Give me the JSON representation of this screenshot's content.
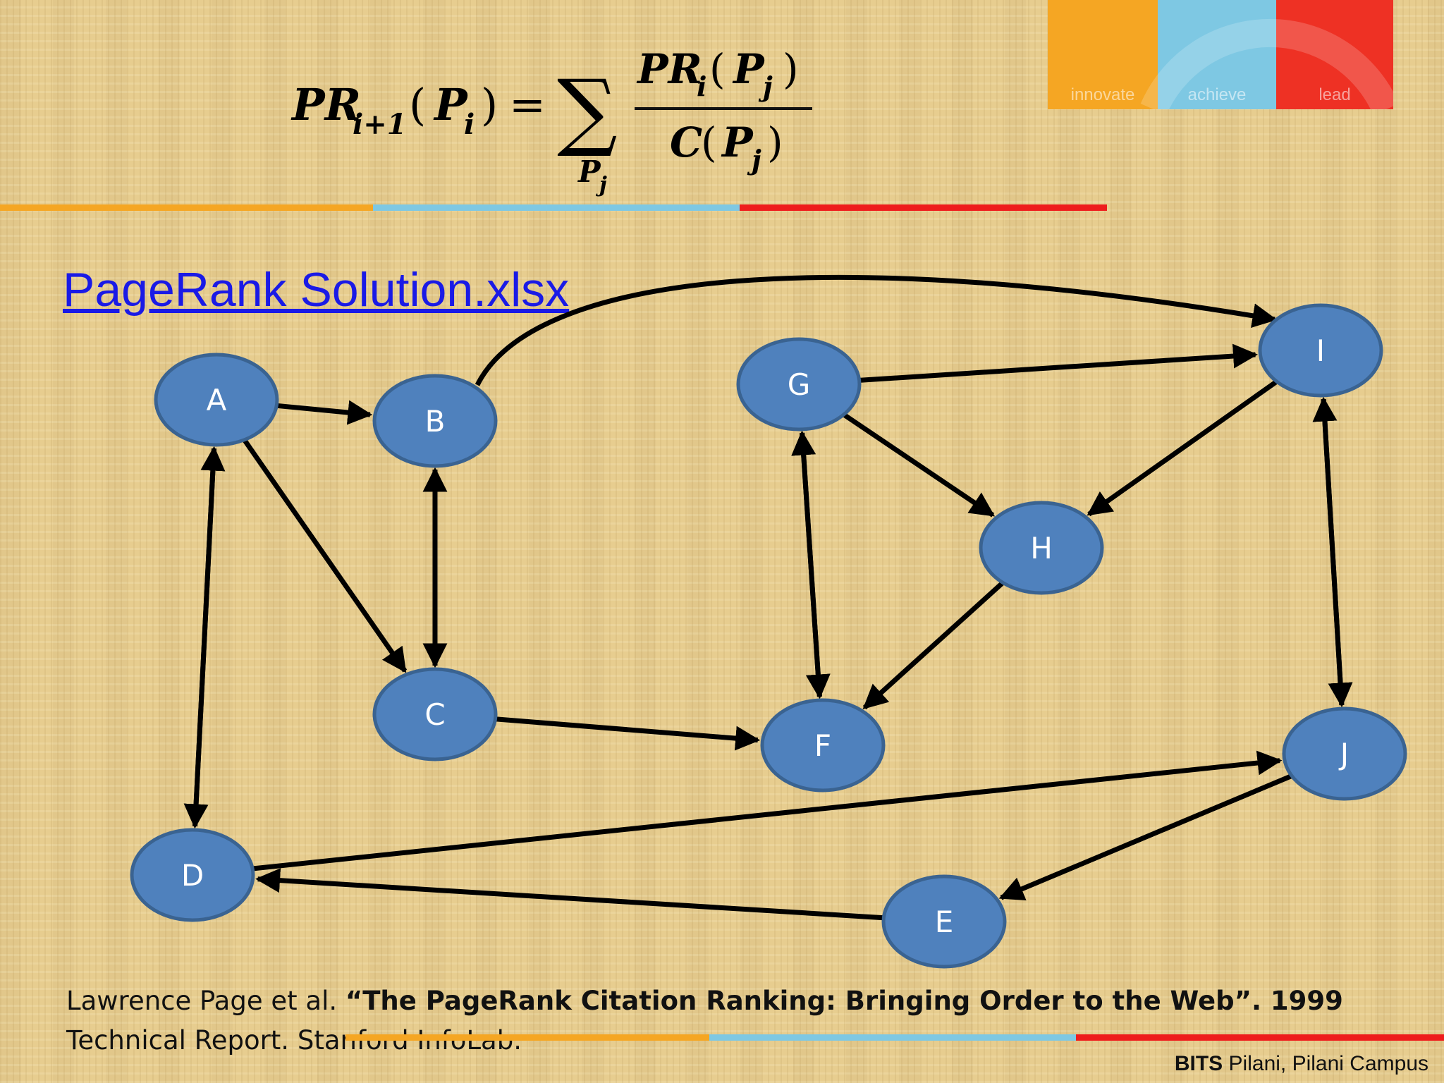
{
  "logo": {
    "segments": [
      {
        "label": "innovate",
        "color": "#f5a623"
      },
      {
        "label": "achieve",
        "color": "#7ec8e3"
      },
      {
        "label": "lead",
        "color": "#ee3124"
      }
    ]
  },
  "formula": {
    "lhs_main": "PR",
    "lhs_sub": "i+1",
    "lhs_arg": "P",
    "lhs_arg_sub": "i",
    "equals": "=",
    "sum_symbol": "∑",
    "sum_index": "P",
    "sum_index_sub": "j",
    "numerator_main": "PR",
    "numerator_sub": "i",
    "numerator_arg": "P",
    "numerator_arg_sub": "j",
    "denominator_main": "C",
    "denominator_arg": "P",
    "denominator_arg_sub": "j"
  },
  "link": {
    "text": "PageRank Solution.xlsx"
  },
  "graph": {
    "node_color": "#4f81bd",
    "node_border": "#3a6391",
    "nodes": [
      {
        "id": "A",
        "label": "A"
      },
      {
        "id": "B",
        "label": "B"
      },
      {
        "id": "C",
        "label": "C"
      },
      {
        "id": "D",
        "label": "D"
      },
      {
        "id": "E",
        "label": "E"
      },
      {
        "id": "F",
        "label": "F"
      },
      {
        "id": "G",
        "label": "G"
      },
      {
        "id": "H",
        "label": "H"
      },
      {
        "id": "I",
        "label": "I"
      },
      {
        "id": "J",
        "label": "J"
      }
    ],
    "edges": [
      {
        "from": "A",
        "to": "B"
      },
      {
        "from": "A",
        "to": "C"
      },
      {
        "from": "A",
        "to": "D"
      },
      {
        "from": "D",
        "to": "A"
      },
      {
        "from": "B",
        "to": "C"
      },
      {
        "from": "C",
        "to": "B"
      },
      {
        "from": "B",
        "to": "I"
      },
      {
        "from": "C",
        "to": "F"
      },
      {
        "from": "G",
        "to": "I"
      },
      {
        "from": "G",
        "to": "H"
      },
      {
        "from": "G",
        "to": "F"
      },
      {
        "from": "F",
        "to": "G"
      },
      {
        "from": "I",
        "to": "H"
      },
      {
        "from": "H",
        "to": "F"
      },
      {
        "from": "I",
        "to": "J"
      },
      {
        "from": "J",
        "to": "I"
      },
      {
        "from": "D",
        "to": "J"
      },
      {
        "from": "J",
        "to": "E"
      },
      {
        "from": "E",
        "to": "D"
      }
    ]
  },
  "citation": {
    "author": "Lawrence Page et al. ",
    "title": "“The PageRank Citation Ranking: Bringing Order to the Web”. 1999",
    "rest": " Technical Report. Stanford InfoLab."
  },
  "footer": {
    "bold": "BITS",
    "rest": " Pilani, Pilani Campus"
  },
  "stripe_colors": [
    "#f5a623",
    "#7ec8e3",
    "#ee1c1c"
  ]
}
